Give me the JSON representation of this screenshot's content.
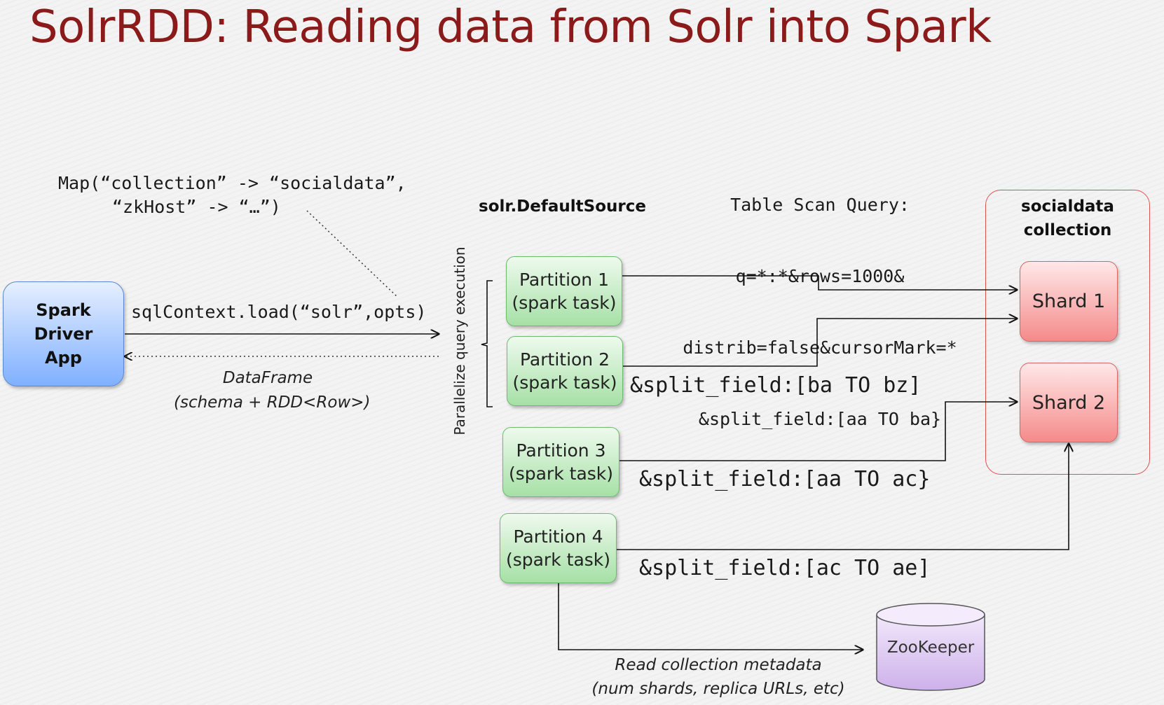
{
  "title": "SolrRDD: Reading data from Solr into Spark",
  "options_map": {
    "line1": "Map(“collection” -> “socialdata”,",
    "line2": "“zkHost” -> “…”)"
  },
  "spark_driver": {
    "line1": "Spark",
    "line2": "Driver",
    "line3": "App"
  },
  "load_call": "sqlContext.load(“solr”,opts)",
  "dataframe": {
    "line1": "DataFrame",
    "line2": "(schema + RDD<Row>)"
  },
  "data_source": "solr.DefaultSource",
  "parallelize_label": "Parallelize query execution",
  "table_scan_query": {
    "line1": "Table Scan Query:",
    "line2": "q=*:*&rows=1000&",
    "line3": "distrib=false&cursorMark=*",
    "line4": "&split_field:[aa TO ba}"
  },
  "partitions": [
    {
      "name": "Partition 1",
      "task": "(spark task)"
    },
    {
      "name": "Partition 2",
      "task": "(spark task)"
    },
    {
      "name": "Partition 3",
      "task": "(spark task)"
    },
    {
      "name": "Partition 4",
      "task": "(spark task)"
    }
  ],
  "split_queries": {
    "partition2": "&split_field:[ba TO bz]",
    "partition3": "&split_field:[aa TO ac}",
    "partition4": "&split_field:[ac TO ae]"
  },
  "collection": {
    "line1": "socialdata",
    "line2": "collection"
  },
  "shards": [
    "Shard 1",
    "Shard 2"
  ],
  "zookeeper": "ZooKeeper",
  "metadata_read": {
    "line1": "Read collection metadata",
    "line2": "(num shards, replica URLs, etc)"
  },
  "colors": {
    "title": "#8b1a1a",
    "spark_box": "#7fb0ff",
    "partition_box": "#a6e0a6",
    "shard_box": "#f58a8a",
    "collection_border": "#d9534f",
    "zookeeper_box": "#d9c3ee"
  }
}
